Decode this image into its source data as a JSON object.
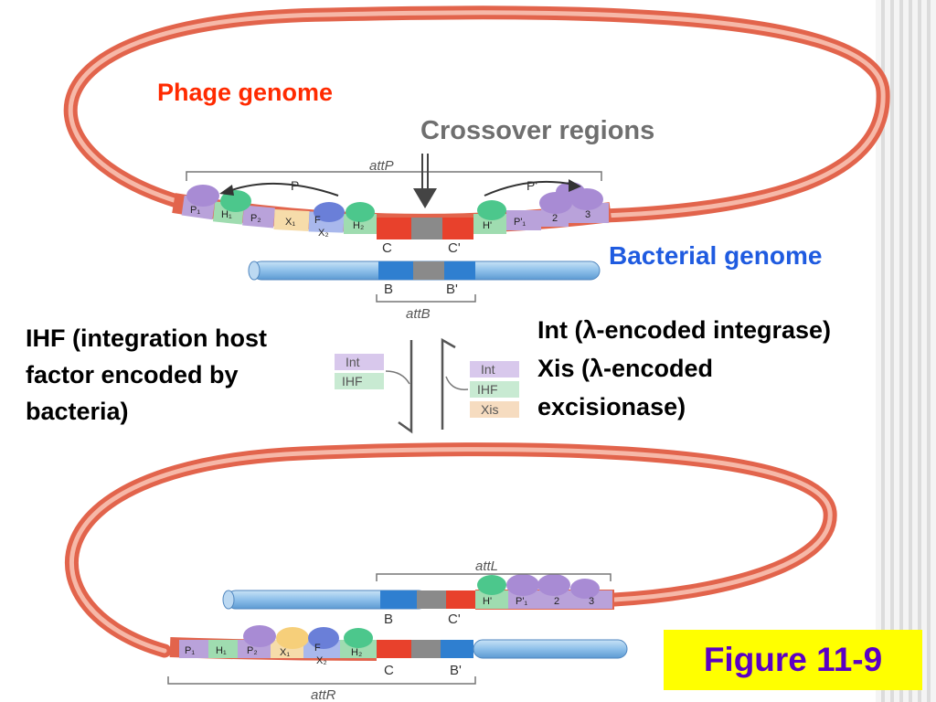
{
  "labels": {
    "phage_genome": "Phage genome",
    "crossover_regions": "Crossover regions",
    "bacterial_genome": "Bacterial genome",
    "ihf_note": [
      "IHF (integration host",
      "factor encoded by",
      "bacteria)"
    ],
    "int_note": [
      "Int (λ-encoded integrase)",
      "Xis (λ-encoded",
      "excisionase)"
    ],
    "figure": "Figure 11-9"
  },
  "diagram": {
    "attP": "attP",
    "attB": "attB",
    "attL": "attL",
    "attR": "attR",
    "P": "P",
    "P_prime": "P'",
    "C": "C",
    "C_prime": "C'",
    "B": "B",
    "B_prime": "B'",
    "top_left_sites": [
      "P1",
      "H1",
      "P2",
      "X1",
      "F",
      "X2",
      "H2"
    ],
    "top_right_sites": [
      "H'",
      "P'1",
      "2",
      "3"
    ],
    "attL_sites": [
      "H'",
      "P'1",
      "2",
      "3"
    ],
    "attR_sites": [
      "P1",
      "H1",
      "P2",
      "X1",
      "F",
      "X2",
      "H2"
    ],
    "proteins_left": [
      "Int",
      "IHF"
    ],
    "proteins_right": [
      "Int",
      "IHF",
      "Xis"
    ]
  },
  "colors": {
    "phage_dna": "#f08a75",
    "bacterial_dna": "#8ec0ea",
    "core_red": "#e8412c",
    "core_gray": "#8a8a8a",
    "core_blue": "#2f7fd0",
    "int_box": "#d8c8ec",
    "ihf_box": "#c8ead2",
    "xis_box": "#f6dcc0",
    "figure_bg": "#ffff00",
    "figure_text": "#5b00c4"
  }
}
